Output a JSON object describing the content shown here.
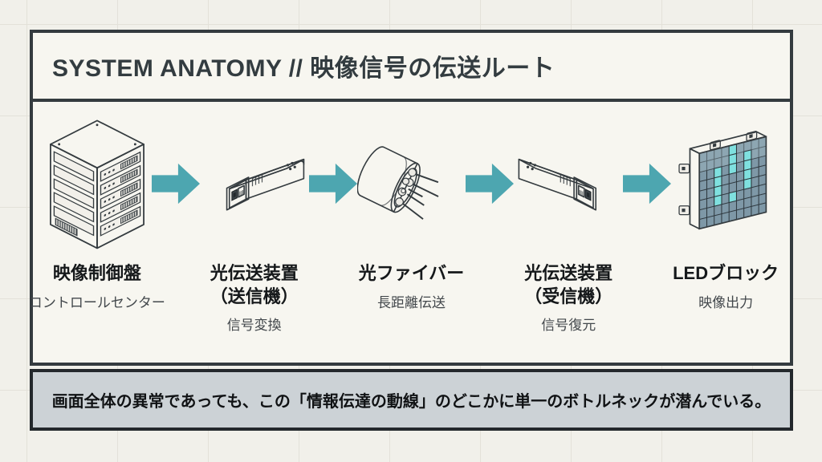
{
  "title": "SYSTEM ANATOMY // 映像信号の伝送ルート",
  "diagram": {
    "nodes": [
      {
        "icon": "server-rack-icon",
        "label": "映像制御盤",
        "label2": "",
        "sublabel": "コントロールセンター"
      },
      {
        "icon": "optical-transmitter-icon",
        "label": "光伝送装置",
        "label2": "（送信機）",
        "sublabel": "信号変換"
      },
      {
        "icon": "optical-fiber-icon",
        "label": "光ファイバー",
        "label2": "",
        "sublabel": "長距離伝送"
      },
      {
        "icon": "optical-receiver-icon",
        "label": "光伝送装置",
        "label2": "（受信機）",
        "sublabel": "信号復元"
      },
      {
        "icon": "led-block-icon",
        "label": "LEDブロック",
        "label2": "",
        "sublabel": "映像出力"
      }
    ],
    "arrow": {
      "direction": "right",
      "color": "#4da6b0"
    }
  },
  "footer": {
    "text": "画面全体の異常であっても、この「情報伝達の動線」のどこかに単一のボトルネックが潜んでいる。"
  },
  "colors": {
    "ink": "#343b3f",
    "panel_bg": "#f7f6f0",
    "page_bg": "#f1f0ea",
    "footer_bg": "#ccd2d6",
    "accent_teal": "#4da6b0",
    "led_lit": "#7fe0df",
    "led_base": "#7e98a7"
  }
}
